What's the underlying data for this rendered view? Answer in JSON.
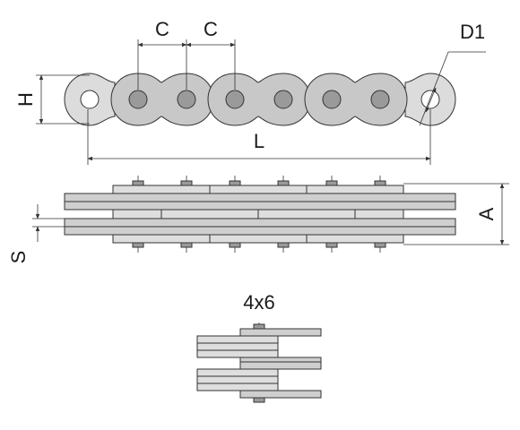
{
  "labels": {
    "pitch_left": "C",
    "pitch_right": "C",
    "pin_diameter": "D1",
    "height": "H",
    "length": "L",
    "width": "A",
    "plate_thickness": "S",
    "lacing": "4x6"
  },
  "colors": {
    "plate_fill": "#cfcfcf",
    "pin_fill": "#9a9a9a",
    "line": "#333333"
  }
}
